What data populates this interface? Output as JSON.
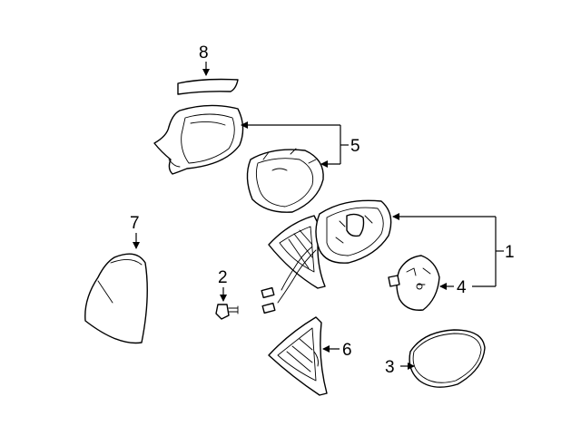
{
  "callouts": {
    "c1": "1",
    "c2": "2",
    "c3": "3",
    "c4": "4",
    "c5": "5",
    "c6": "6",
    "c7": "7",
    "c8": "8"
  },
  "parts": [
    {
      "callout": "1",
      "name": "mirror-assembly"
    },
    {
      "callout": "2",
      "name": "screw"
    },
    {
      "callout": "3",
      "name": "mirror-glass"
    },
    {
      "callout": "4",
      "name": "actuator-motor"
    },
    {
      "callout": "5",
      "name": "mirror-housing-frame"
    },
    {
      "callout": "6",
      "name": "mirror-base-cover"
    },
    {
      "callout": "7",
      "name": "mirror-cover-cap"
    },
    {
      "callout": "8",
      "name": "cover-trim-strip"
    }
  ],
  "colors": {
    "line": "#000000",
    "background": "#ffffff"
  }
}
